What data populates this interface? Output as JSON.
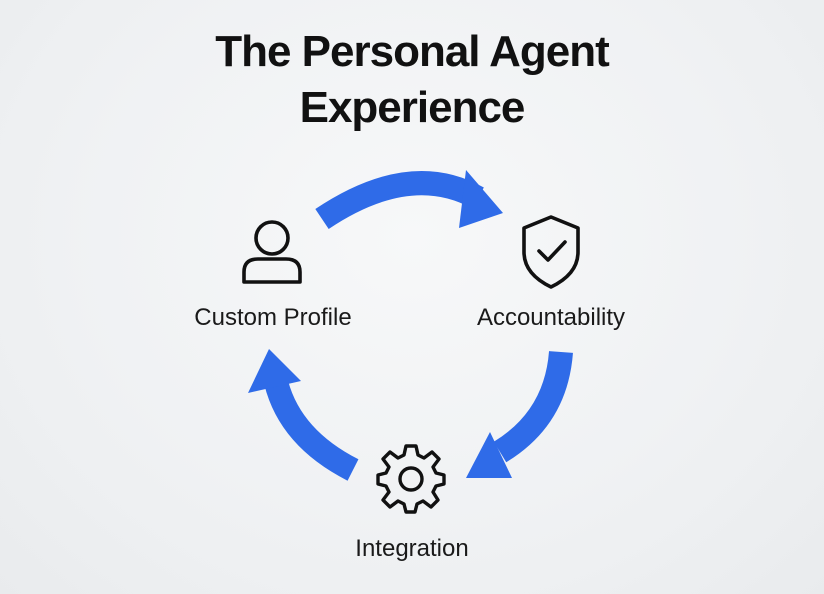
{
  "title": {
    "line1": "The Personal Agent",
    "line2": "Experience"
  },
  "nodes": {
    "custom_profile": {
      "label": "Custom Profile",
      "icon": "user-icon"
    },
    "accountability": {
      "label": "Accountability",
      "icon": "shield-check-icon"
    },
    "integration": {
      "label": "Integration",
      "icon": "gear-icon"
    }
  },
  "colors": {
    "arrow": "#2f6be8",
    "icon_stroke": "#111111",
    "text": "#111111"
  }
}
